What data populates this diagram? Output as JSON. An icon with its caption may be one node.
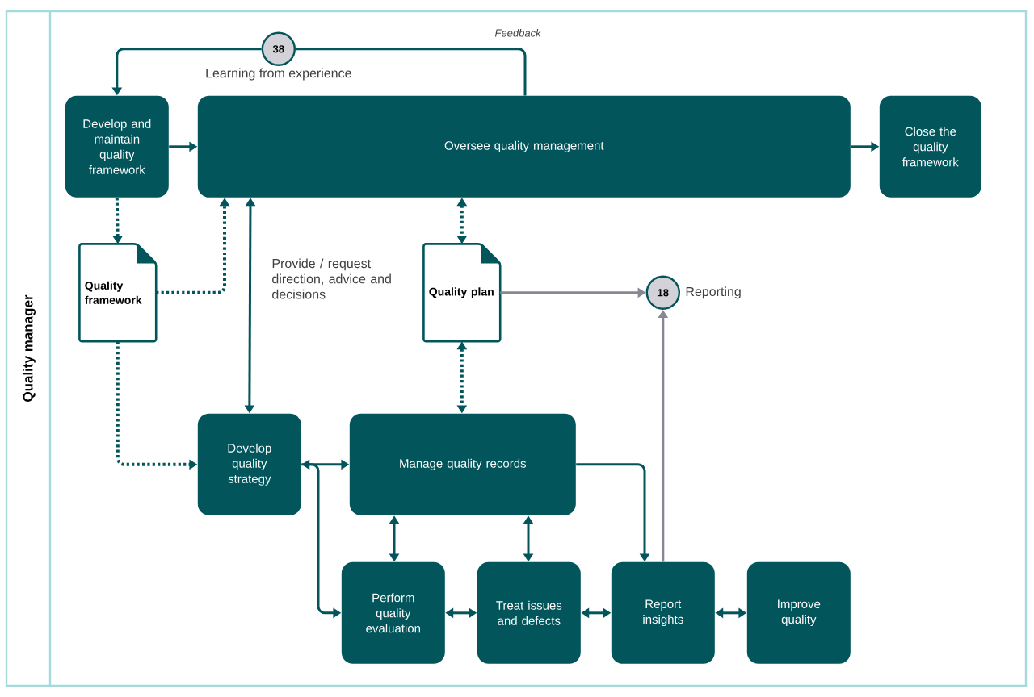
{
  "diagram": {
    "nodes": [
      {
        "text": [
          "Quality manager"
        ]
      },
      {
        "text": [
          "Develop and maintain quality framework"
        ],
        "in": 0
      },
      {
        "text": [
          "Oversee quality management"
        ],
        "in": 0
      },
      {
        "text": [
          "Close the quality framework"
        ],
        "in": 0
      },
      {
        "text": [
          "38"
        ],
        "beside": [
          "Learning from experience"
        ],
        "in": 0
      },
      {
        "text": [
          "Quality framework"
        ],
        "in": 0
      },
      {
        "text": [
          "Quality plan"
        ],
        "in": 0
      },
      {
        "text": [
          "18"
        ],
        "beside": [
          "Reporting"
        ],
        "in": 0
      },
      {
        "text": [
          "Develop quality strategy"
        ],
        "in": 0
      },
      {
        "text": [
          "Manage quality records"
        ],
        "in": 0
      },
      {
        "text": [
          "Perform quality evaluation"
        ],
        "in": 0
      },
      {
        "text": [
          "Treat issues and defects"
        ],
        "in": 0
      },
      {
        "text": [
          "Report insights"
        ],
        "in": 0
      },
      {
        "text": [
          "Improve quality"
        ],
        "in": 0
      }
    ],
    "edges": [
      {
        "from": 2,
        "to": 4,
        "arrow": "none",
        "label": "Feedback"
      },
      {
        "from": 4,
        "to": 1,
        "arrow": "to"
      },
      {
        "from": 1,
        "to": 2,
        "arrow": "to"
      },
      {
        "from": 2,
        "to": 3,
        "arrow": "to"
      },
      {
        "from": 1,
        "to": 5,
        "arrow": "to",
        "style": "dashed"
      },
      {
        "from": 5,
        "to": 2,
        "arrow": "to",
        "style": "dashed"
      },
      {
        "from": 5,
        "to": 8,
        "arrow": "to",
        "style": "dashed"
      },
      {
        "from": 2,
        "to": 8,
        "arrow": "both"
      },
      {
        "from": 2,
        "to": 6,
        "arrow": "both",
        "style": "dashed"
      },
      {
        "from": 6,
        "to": 9,
        "arrow": "both",
        "style": "dashed"
      },
      {
        "from": 6,
        "to": 7,
        "arrow": "to",
        "color": "#8a8794"
      },
      {
        "from": 12,
        "to": 7,
        "arrow": "to",
        "color": "#8a8794"
      },
      {
        "from": 8,
        "to": 9,
        "arrow": "both"
      },
      {
        "from": 8,
        "to": 10,
        "arrow": "to"
      },
      {
        "from": 9,
        "to": 10,
        "arrow": "both"
      },
      {
        "from": 9,
        "to": 11,
        "arrow": "both"
      },
      {
        "from": 9,
        "to": 12,
        "arrow": "to"
      },
      {
        "from": 10,
        "to": 11,
        "arrow": "both"
      },
      {
        "from": 11,
        "to": 12,
        "arrow": "both"
      },
      {
        "from": 12,
        "to": 13,
        "arrow": "both"
      }
    ],
    "labels": [
      "Provide / request direction, advice and decisions"
    ]
  }
}
